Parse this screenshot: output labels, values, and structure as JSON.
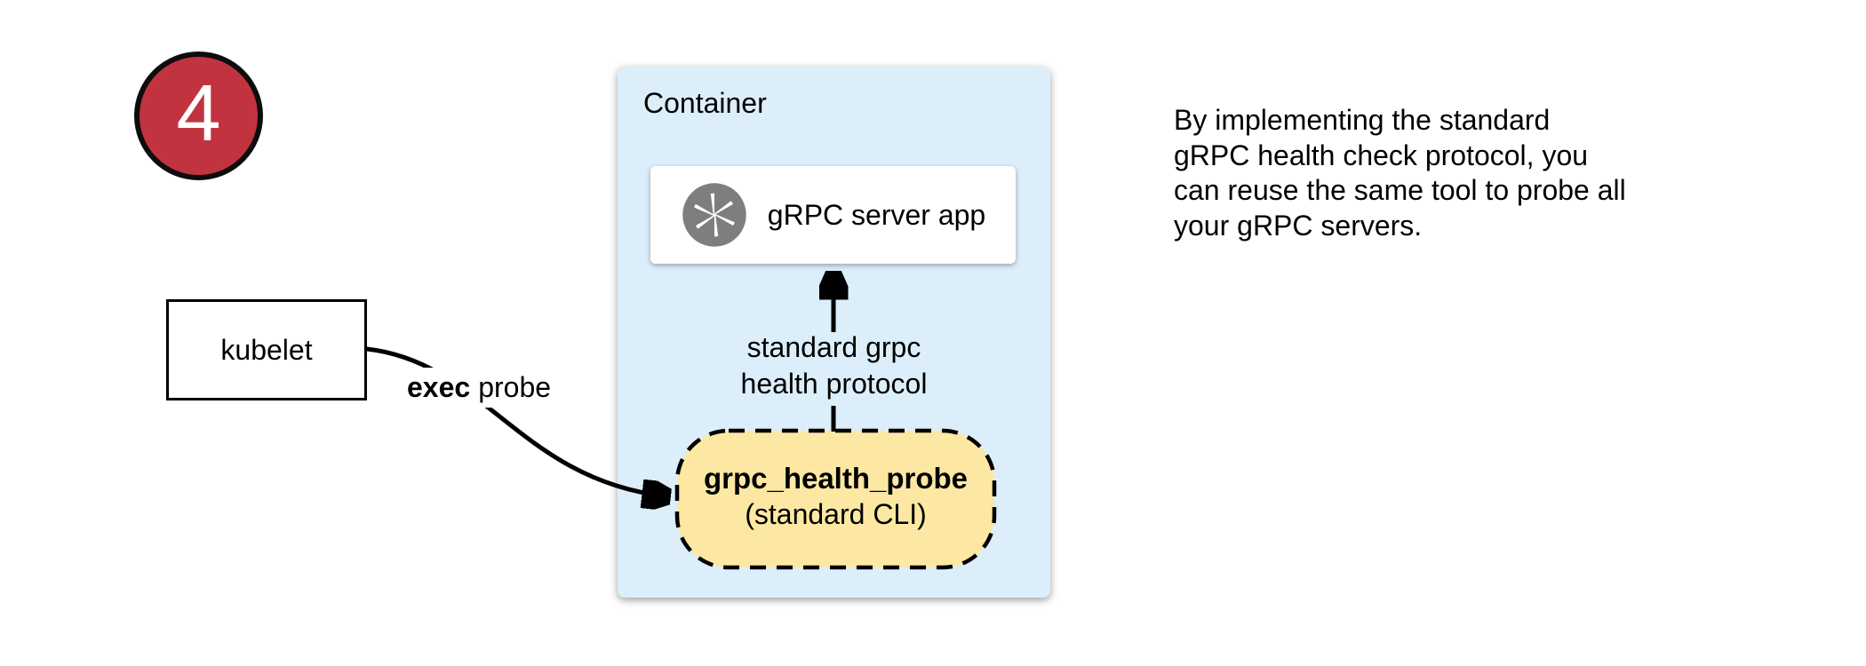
{
  "badge": {
    "number": "4",
    "color": "#C23340"
  },
  "kubelet_box": {
    "label": "kubelet"
  },
  "exec_probe_label": {
    "bold": "exec",
    "rest": "probe"
  },
  "container": {
    "title": "Container",
    "bg_color": "#DCEEFA",
    "server_box": {
      "label": "gRPC server app",
      "icon": "aperture-icon",
      "icon_color": "#7E7E7E"
    },
    "protocol_arrow_label": {
      "line1": "standard grpc",
      "line2": "health protocol"
    },
    "probe_pill": {
      "title": "grpc_health_probe",
      "subtitle": "(standard CLI)",
      "bg_color": "#FCE8A3"
    }
  },
  "side_note": {
    "lines": [
      "By implementing the standard",
      "gRPC health check protocol, you",
      "can reuse the same tool to probe all",
      "your gRPC servers."
    ]
  },
  "arrow_color": "#000000"
}
